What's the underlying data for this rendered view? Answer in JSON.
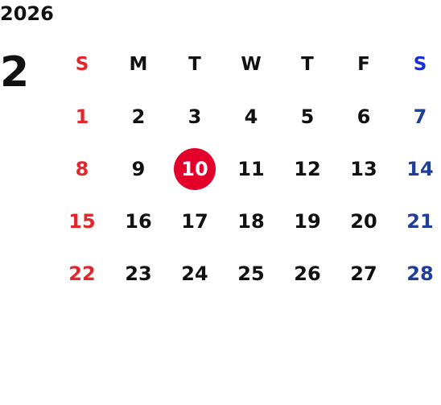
{
  "calendar": {
    "year": "2026",
    "month": "2",
    "weekdays": [
      "S",
      "M",
      "T",
      "W",
      "T",
      "F",
      "S"
    ],
    "weeks": [
      [
        "1",
        "2",
        "3",
        "4",
        "5",
        "6",
        "7"
      ],
      [
        "8",
        "9",
        "10",
        "11",
        "12",
        "13",
        "14"
      ],
      [
        "15",
        "16",
        "17",
        "18",
        "19",
        "20",
        "21"
      ],
      [
        "22",
        "23",
        "24",
        "25",
        "26",
        "27",
        "28"
      ]
    ],
    "today": "10",
    "colors": {
      "sunday": "#e3262b",
      "saturday": "#1f3e9a",
      "saturday_header": "#1a2fd6",
      "weekday": "#111111",
      "today_highlight": "#e3002a"
    }
  }
}
